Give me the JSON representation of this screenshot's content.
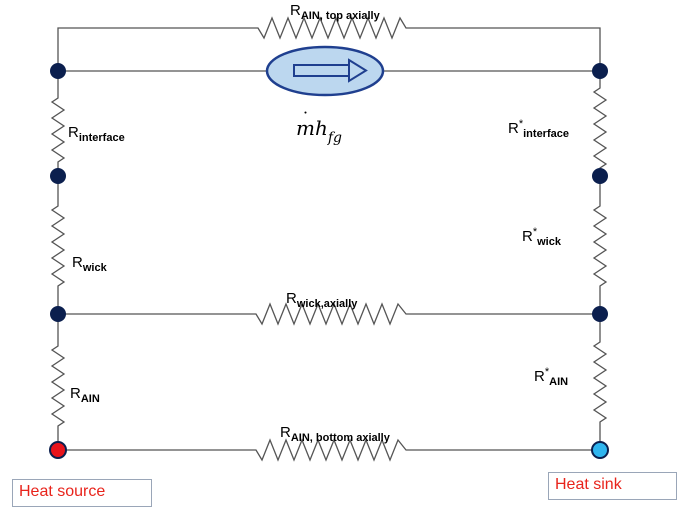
{
  "labels": {
    "r_ain_top": {
      "base": "R",
      "sub": "AIN, top axially"
    },
    "r_interface": {
      "base": "R",
      "sub": "interface"
    },
    "r_wick": {
      "base": "R",
      "sub": "wick"
    },
    "r_ain": {
      "base": "R",
      "sub": "AIN"
    },
    "r_wick_axially": {
      "base": "R",
      "sub": "wick,axially"
    },
    "r_ain_bottom": {
      "base": "R",
      "sub": "AIN, bottom  axially"
    },
    "r_star_interface": {
      "base": "R",
      "star": "*",
      "sub": "interface"
    },
    "r_star_wick": {
      "base": "R",
      "star": "*",
      "sub": "wick"
    },
    "r_star_ain": {
      "base": "R",
      "star": "*",
      "sub": "AIN"
    }
  },
  "mass_flow": {
    "m": "m",
    "dot": "˙",
    "h": "h",
    "sub": "fg"
  },
  "boxes": {
    "heat_source": "Heat source",
    "heat_sink": "Heat sink"
  },
  "colors": {
    "node": "#0b1f4e",
    "source_node": "#e8141c",
    "sink_node": "#2fb5ef",
    "wire": "#555555",
    "ellipse_fill": "#bcd7ef",
    "ellipse_stroke": "#1f3f8f",
    "box_text": "#e8241c"
  }
}
